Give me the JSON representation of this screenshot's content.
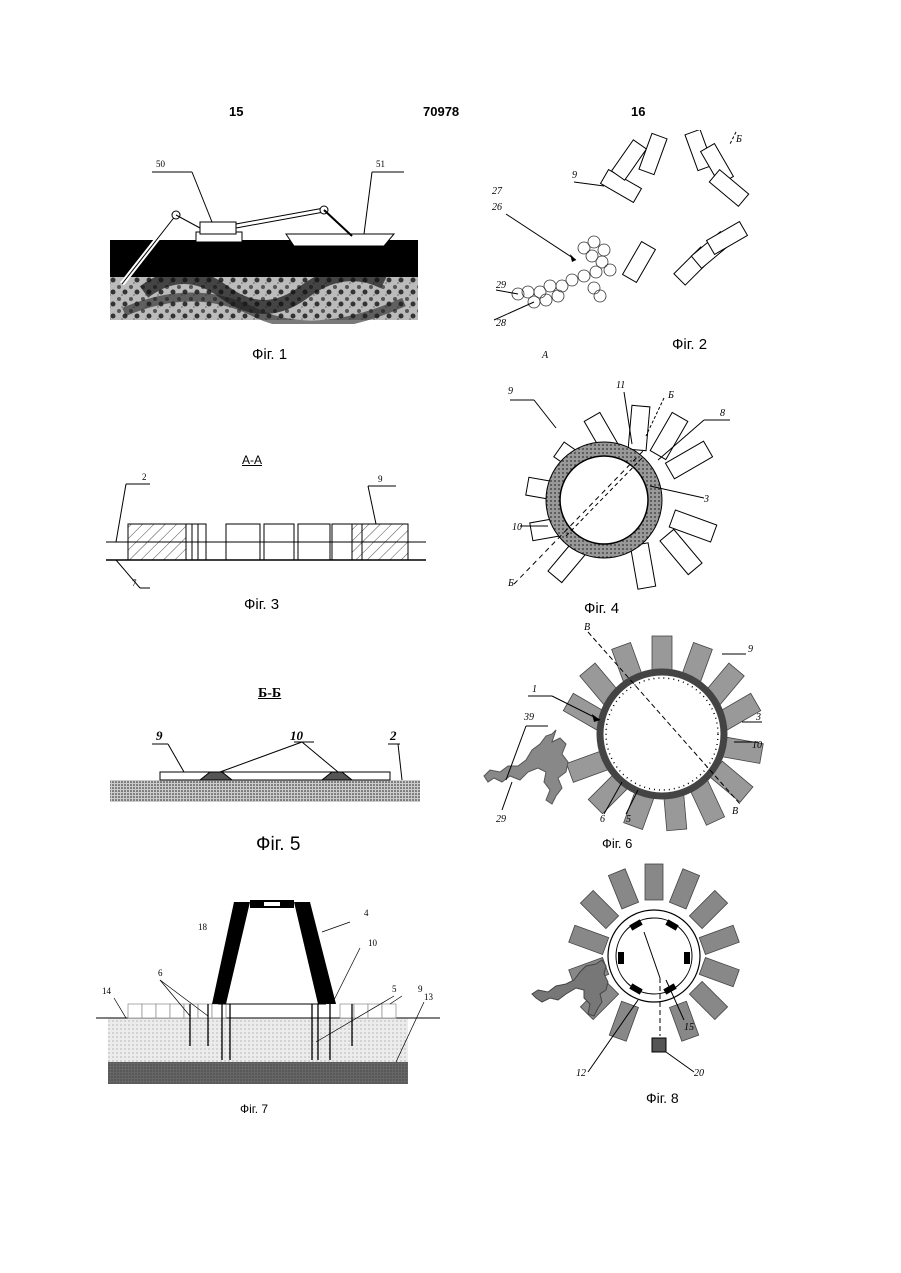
{
  "header": {
    "left_page": "15",
    "patent_number": "70978",
    "right_page": "16"
  },
  "figures": {
    "fig1": {
      "caption": "Фіг. 1",
      "labels": [
        "50",
        "51"
      ]
    },
    "fig2": {
      "caption": "Фіг. 2",
      "labels": [
        "9",
        "27",
        "26",
        "29",
        "28",
        "Б",
        "А"
      ]
    },
    "fig3": {
      "caption": "Фіг. 3",
      "section": "А-А",
      "labels": [
        "2",
        "9",
        "7"
      ]
    },
    "fig4": {
      "caption": "Фіг. 4",
      "labels": [
        "9",
        "11",
        "8",
        "3",
        "10",
        "Б",
        "Б"
      ]
    },
    "fig5": {
      "caption": "Фіг. 5",
      "section": "Б-Б",
      "labels": [
        "9",
        "10",
        "2"
      ]
    },
    "fig6": {
      "caption": "Фіг. 6",
      "labels": [
        "В",
        "9",
        "1",
        "3",
        "10",
        "39",
        "29",
        "6",
        "5",
        "В"
      ]
    },
    "fig7": {
      "caption": "Фіг. 7",
      "labels": [
        "18",
        "4",
        "14",
        "6",
        "10",
        "5",
        "9",
        "13"
      ]
    },
    "fig8": {
      "caption": "Фіг. 8",
      "labels": [
        "15",
        "12",
        "20"
      ]
    }
  }
}
